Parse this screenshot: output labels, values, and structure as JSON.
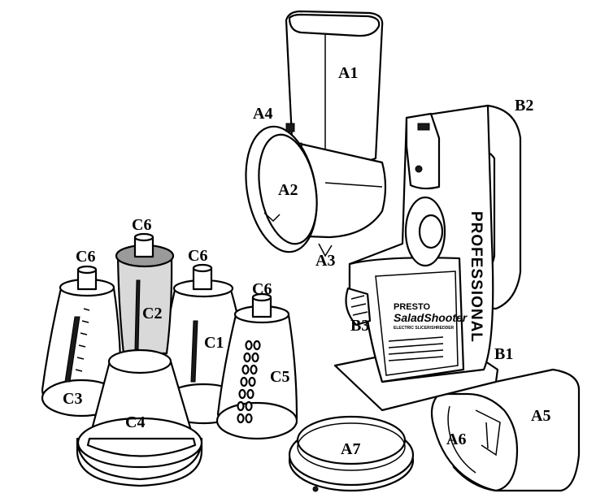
{
  "labels": {
    "A1": "A1",
    "A2": "A2",
    "A3": "A3",
    "A4": "A4",
    "A5": "A5",
    "A6": "A6",
    "A7": "A7",
    "B1": "B1",
    "B2": "B2",
    "B3": "B3",
    "C1": "C1",
    "C2": "C2",
    "C3": "C3",
    "C4": "C4",
    "C5": "C5",
    "C6": "C6"
  },
  "brand": {
    "presto": "PRESTO",
    "product": "SaladShooter",
    "tagline": "ELECTRIC SLICER/SHREDDER",
    "professional": "PROFESSIONAL"
  },
  "colors": {
    "line": "#000000",
    "background": "#ffffff",
    "shaded_cone": "#d9d9d9"
  }
}
